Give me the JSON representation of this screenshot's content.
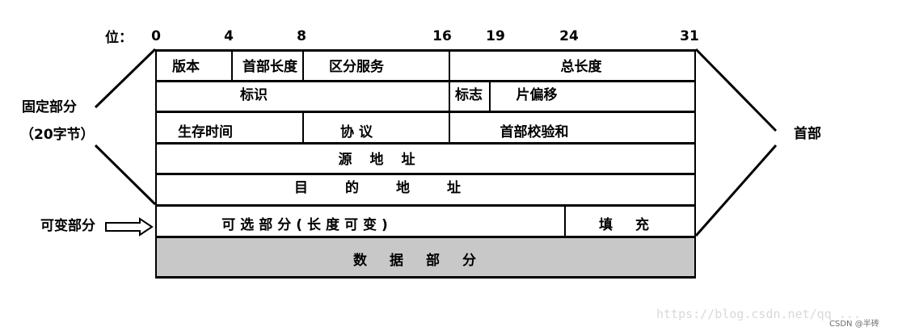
{
  "bit_axis": {
    "label": "位：",
    "ticks": [
      "0",
      "4",
      "8",
      "16",
      "19",
      "24",
      "31"
    ]
  },
  "rows": {
    "row1": {
      "version": "版本",
      "header_length": "首部长度",
      "service": "区分服务",
      "total_length": "总长度"
    },
    "row2": {
      "identification": "标识",
      "flags": "标志",
      "fragment_offset": "片偏移"
    },
    "row3": {
      "ttl": "生存时间",
      "protocol": "协 议",
      "checksum": "首部校验和"
    },
    "row4": {
      "source_address": "源地址"
    },
    "row5": {
      "dest_address": "目的地址"
    },
    "row6": {
      "options": "可选部分(长度可变)",
      "padding": "填充"
    },
    "row7": {
      "data": "数据部分"
    }
  },
  "side_labels": {
    "fixed_part": "固定部分",
    "fixed_size": "（20字节）",
    "variable_part": "可变部分",
    "header": "首部"
  },
  "watermarks": {
    "url": "https://blog.csdn.net/qq_...",
    "csdn": "CSDN @半砖"
  }
}
